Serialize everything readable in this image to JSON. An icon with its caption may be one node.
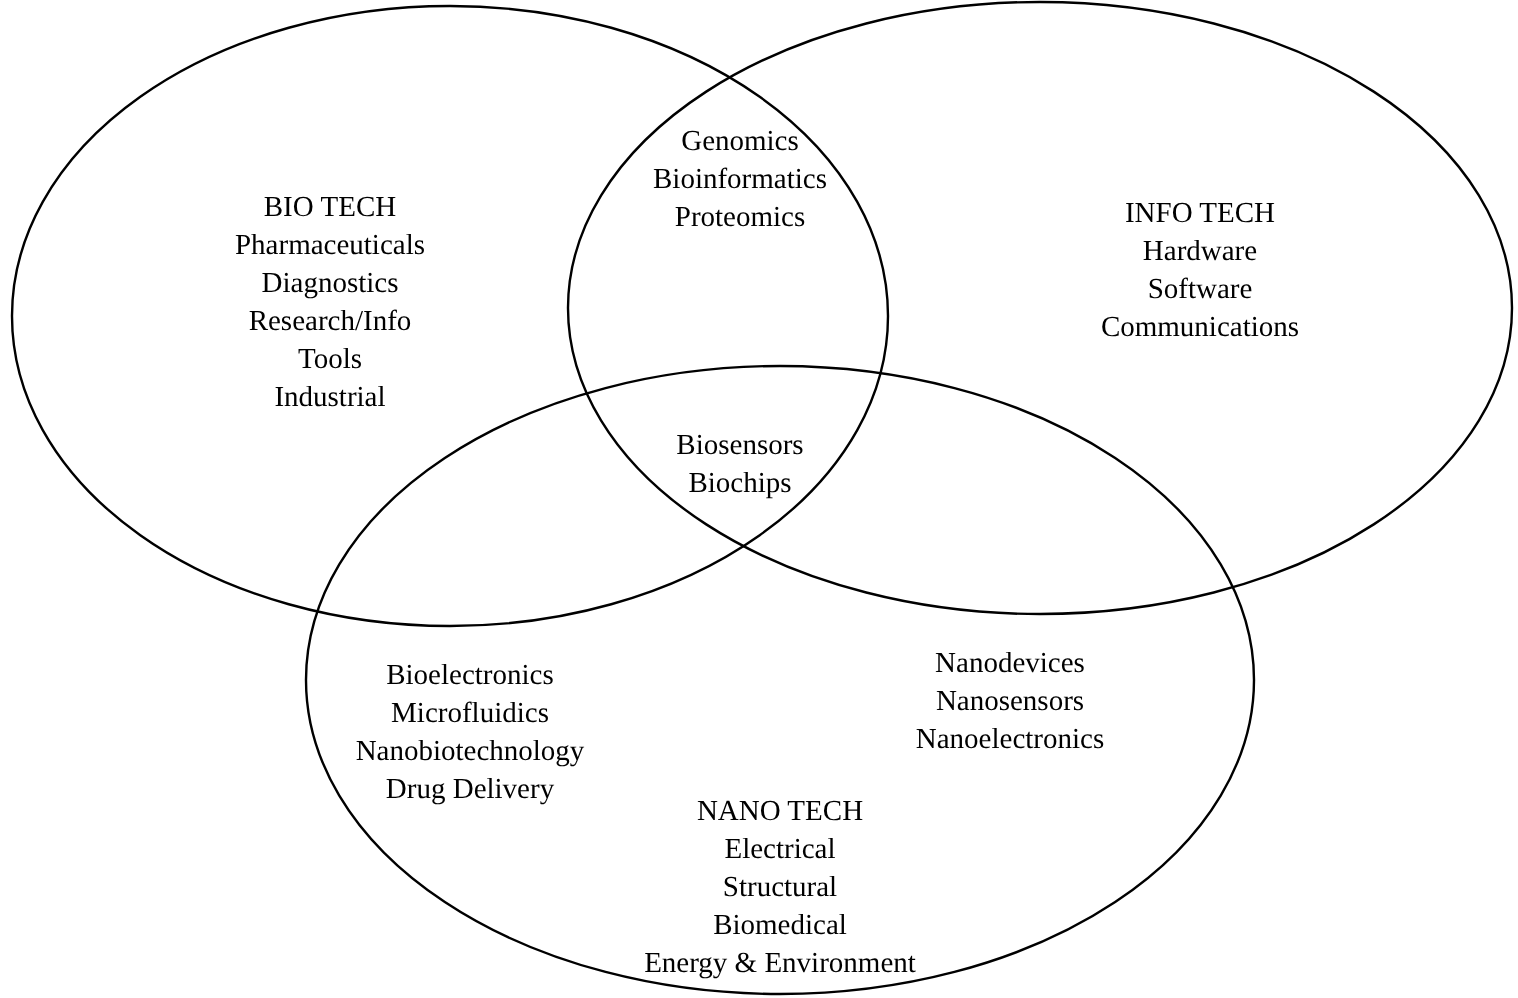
{
  "diagram": {
    "nodes": [
      {
        "text": [
          "BIO TECH",
          "Pharmaceuticals",
          "Diagnostics",
          "Research/Info",
          "Tools",
          "Industrial"
        ]
      },
      {
        "text": [
          "INFO TECH",
          "Hardware",
          "Software",
          "Communications"
        ]
      },
      {
        "text": [
          "NANO TECH",
          "Electrical",
          "Structural",
          "Biomedical",
          "Energy & Environment"
        ]
      }
    ],
    "labels": [
      "Genomics",
      "Bioinformatics",
      "Proteomics",
      "Biosensors",
      "Biochips",
      "Bioelectronics",
      "Microfluidics",
      "Nanobiotechnology",
      "Drug Delivery",
      "Nanodevices",
      "Nanosensors",
      "Nanoelectronics"
    ]
  }
}
